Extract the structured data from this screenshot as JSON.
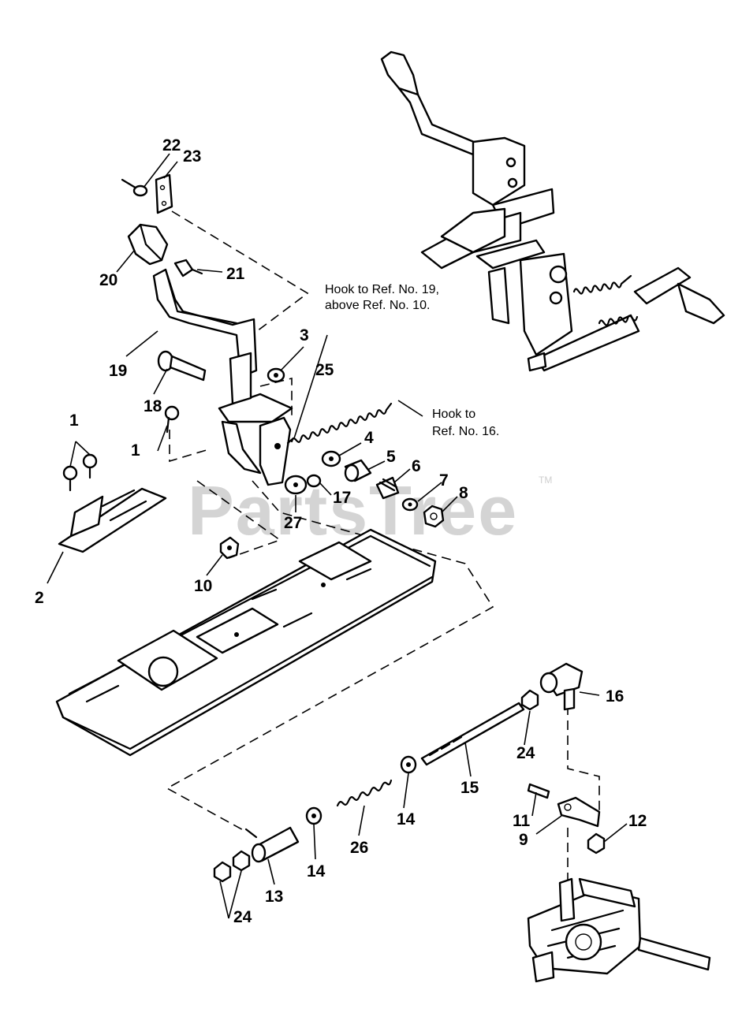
{
  "watermark": "PartsTree",
  "trademark": "TM",
  "notes": {
    "hook_19_line1": "Hook to Ref. No. 19,",
    "hook_19_line2": "above Ref. No. 10.",
    "hook_16_line1": "Hook to",
    "hook_16_line2": "Ref. No. 16."
  },
  "callouts": {
    "c1a": "1",
    "c1b": "1",
    "c2": "2",
    "c3": "3",
    "c4": "4",
    "c5": "5",
    "c6": "6",
    "c7": "7",
    "c8": "8",
    "c9": "9",
    "c10": "10",
    "c11": "11",
    "c12": "12",
    "c13": "13",
    "c14a": "14",
    "c14b": "14",
    "c15": "15",
    "c16": "16",
    "c17": "17",
    "c18": "18",
    "c19": "19",
    "c20": "20",
    "c21": "21",
    "c22": "22",
    "c23": "23",
    "c24a": "24",
    "c24b": "24",
    "c25": "25",
    "c26": "26",
    "c27": "27"
  }
}
